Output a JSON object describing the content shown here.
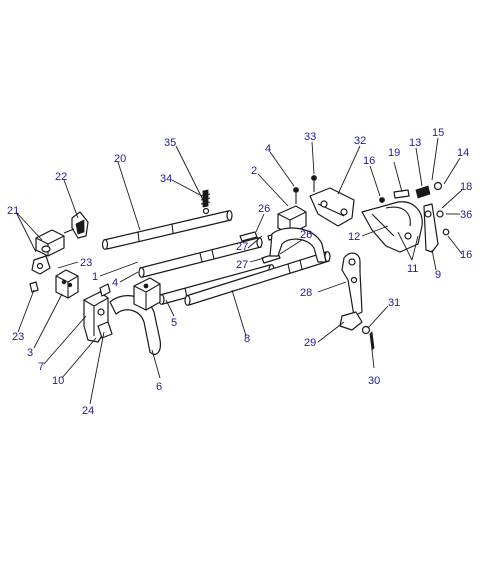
{
  "callouts": {
    "c1": "1",
    "c2": "2",
    "c3": "3",
    "c4a": "4",
    "c4b": "4",
    "c5": "5",
    "c6": "6",
    "c7": "7",
    "c8": "8",
    "c9": "9",
    "c10": "10",
    "c11": "11",
    "c12": "12",
    "c13": "13",
    "c14": "14",
    "c15": "15",
    "c16a": "16",
    "c16b": "16",
    "c18": "18",
    "c19": "19",
    "c20": "20",
    "c21": "21",
    "c22": "22",
    "c23a": "23",
    "c23b": "23",
    "c24": "24",
    "c26a": "26",
    "c26b": "26",
    "c27a": "27",
    "c27b": "27",
    "c28": "28",
    "c29": "29",
    "c30": "30",
    "c31": "31",
    "c32": "32",
    "c33": "33",
    "c34": "34",
    "c35": "35",
    "c36": "36"
  },
  "colors": {
    "callout": "#1a1aa6",
    "ink": "#1a1a1a",
    "background": "#ffffff"
  }
}
